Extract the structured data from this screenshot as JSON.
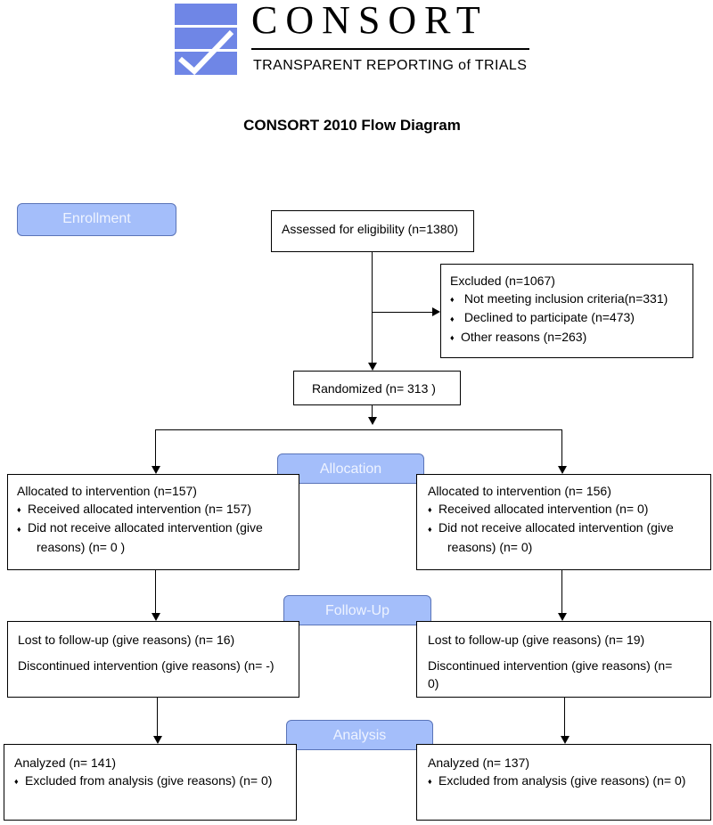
{
  "logo": {
    "name": "CONSORT",
    "tagline": "TRANSPARENT REPORTING of TRIALS",
    "color": "#6f86e6"
  },
  "title": "CONSORT 2010 Flow Diagram",
  "stages": {
    "enrollment": "Enrollment",
    "allocation": "Allocation",
    "followup": "Follow-Up",
    "analysis": "Analysis"
  },
  "assessed": "Assessed for eligibility (n=1380)",
  "excluded": {
    "heading": "Excluded  (n=1067)",
    "items": [
      " Not meeting inclusion criteria(n=331)",
      " Declined to participate (n=473)",
      "Other reasons (n=263)"
    ]
  },
  "randomized": "Randomized (n= 313 )",
  "left": {
    "allocation": {
      "heading": "Allocated to intervention (n=157)",
      "item1": "Received allocated intervention (n=  157)",
      "item2": "Did not receive allocated intervention (give",
      "item2b": "reasons) (n= 0 )"
    },
    "followup": {
      "lost": "Lost to follow-up (give reasons) (n= 16)",
      "discontinued": "Discontinued intervention (give reasons) (n= -)"
    },
    "analysis": {
      "analyzed": "Analyzed  (n= 141)",
      "excluded": "Excluded from analysis (give reasons) (n= 0)"
    }
  },
  "right": {
    "allocation": {
      "heading": "Allocated to intervention (n= 156)",
      "item1": "Received allocated intervention (n= 0)",
      "item2": "Did not receive allocated intervention (give",
      "item2b": "reasons) (n= 0)"
    },
    "followup": {
      "lost": "Lost to follow-up (give reasons) (n= 19)",
      "discontinued": "Discontinued intervention (give reasons) (n=",
      "discontinued2": "0)"
    },
    "analysis": {
      "analyzed": "Analyzed  (n= 137)",
      "excluded": "Excluded from analysis (give reasons) (n= 0)"
    }
  },
  "bullet": "♦",
  "colors": {
    "stage_fill": "#a4befa",
    "stage_border": "#5a74b8",
    "stage_text": "#eef3ff"
  }
}
